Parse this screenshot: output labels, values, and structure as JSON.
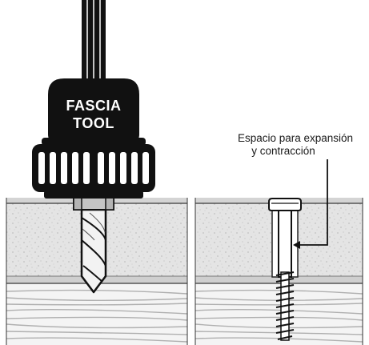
{
  "tool": {
    "label_line1": "FASCIA",
    "label_line2": "TOOL"
  },
  "callout": {
    "line1": "Espacio para expansión",
    "line2": "y contracción"
  },
  "colors": {
    "ink": "#111111",
    "board_top": "#d9d9d9",
    "board_face": "#e6e6e6",
    "wood": "#f4f4f4",
    "grain": "#b0b0b0",
    "speckle": "#9a9a9a",
    "metal": "#c4c4c4"
  }
}
